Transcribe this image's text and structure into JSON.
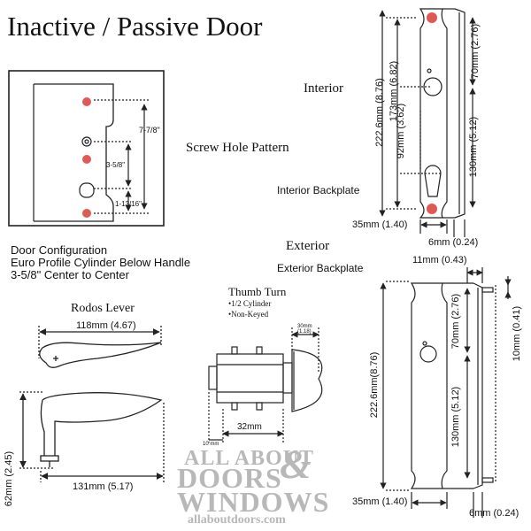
{
  "title": "Inactive / Passive Door",
  "screw_hole_pattern": {
    "label": "Screw Hole Pattern",
    "dim_upper": "7-7/8\"",
    "dim_middle": "3-5/8\"",
    "dim_lower": "1-13/16\""
  },
  "door_configuration": {
    "line1": "Door Configuration",
    "line2": "Euro Profile Cylinder Below Handle",
    "line3": "3-5/8\" Center to Center"
  },
  "interior": {
    "heading": "Interior",
    "backplate_label": "Interior Backplate",
    "dim_overall": "222.6mm (8.76)",
    "dim_screw": "173mm (6.82)",
    "dim_top": "70mm (2.76)",
    "dim_center": "92mm (3.62)",
    "dim_lower": "130mm (5.12)",
    "dim_width": "35mm (1.40)",
    "dim_thickness": "6mm (0.24)"
  },
  "exterior": {
    "heading": "Exterior",
    "backplate_label": "Exterior Backplate",
    "dim_stud": "11mm (0.43)",
    "dim_overall": "222.6mm(8.76)",
    "dim_top": "70mm (2.76)",
    "dim_stud_len": "10mm (0.41)",
    "dim_lower": "130mm (5.12)",
    "dim_width": "35mm (1.40)",
    "dim_thickness": "6mm (0.24)"
  },
  "lever": {
    "heading": "Rodos Lever",
    "dim_length_top": "118mm (4.67)",
    "dim_length_bottom": "131mm (5.17)",
    "dim_height": "62mm (2.45)"
  },
  "thumb_turn": {
    "heading": "Thumb Turn",
    "bullet1": "•1/2 Cylinder",
    "bullet2": "•Non-Keyed",
    "dim_turn": "30mm",
    "dim_turn_in": "(1.18)",
    "dim_cyl": "32mm",
    "dim_offset": "10 mm"
  },
  "watermark": {
    "line1": "ALL ABOUT",
    "line2": "DOORS",
    "amp": "&",
    "line3": "WINDOWS",
    "url": "allaboutdoors.com"
  },
  "colors": {
    "screw_dot": "#e05a55",
    "line": "#222222",
    "watermark": "#b8b8b8"
  }
}
